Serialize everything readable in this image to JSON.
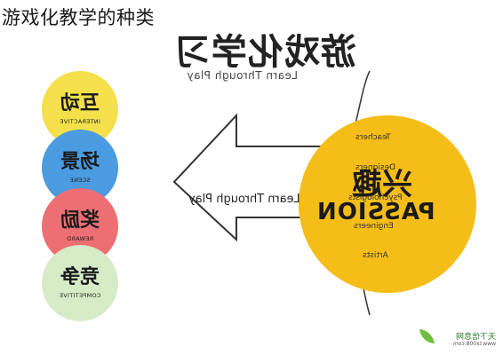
{
  "page_heading": "游戏化教学的种类",
  "diagram": {
    "title": "游戏化学习",
    "subtitle": "Learn Through Play",
    "center": {
      "cn": "兴趣",
      "en": "PASSION"
    },
    "arrow_label": "Learn Through Play",
    "roles": [
      "Teachers",
      "Designers",
      "Psychologists",
      "Engineers",
      "Artists"
    ],
    "bubbles": [
      {
        "cn": "互动",
        "en": "INTERACTIVE",
        "color": "#f3e04a"
      },
      {
        "cn": "场景",
        "en": "SCENE",
        "color": "#4a9be0"
      },
      {
        "cn": "奖励",
        "en": "REWARD",
        "color": "#ee6f73"
      },
      {
        "cn": "竞争",
        "en": "COMPETITIVE",
        "color": "#d5ecc6"
      }
    ]
  },
  "watermark": {
    "name": "天下信息网",
    "url": "www.tx008.com"
  },
  "colors": {
    "passion": "#f5bd18",
    "line": "#333333"
  }
}
